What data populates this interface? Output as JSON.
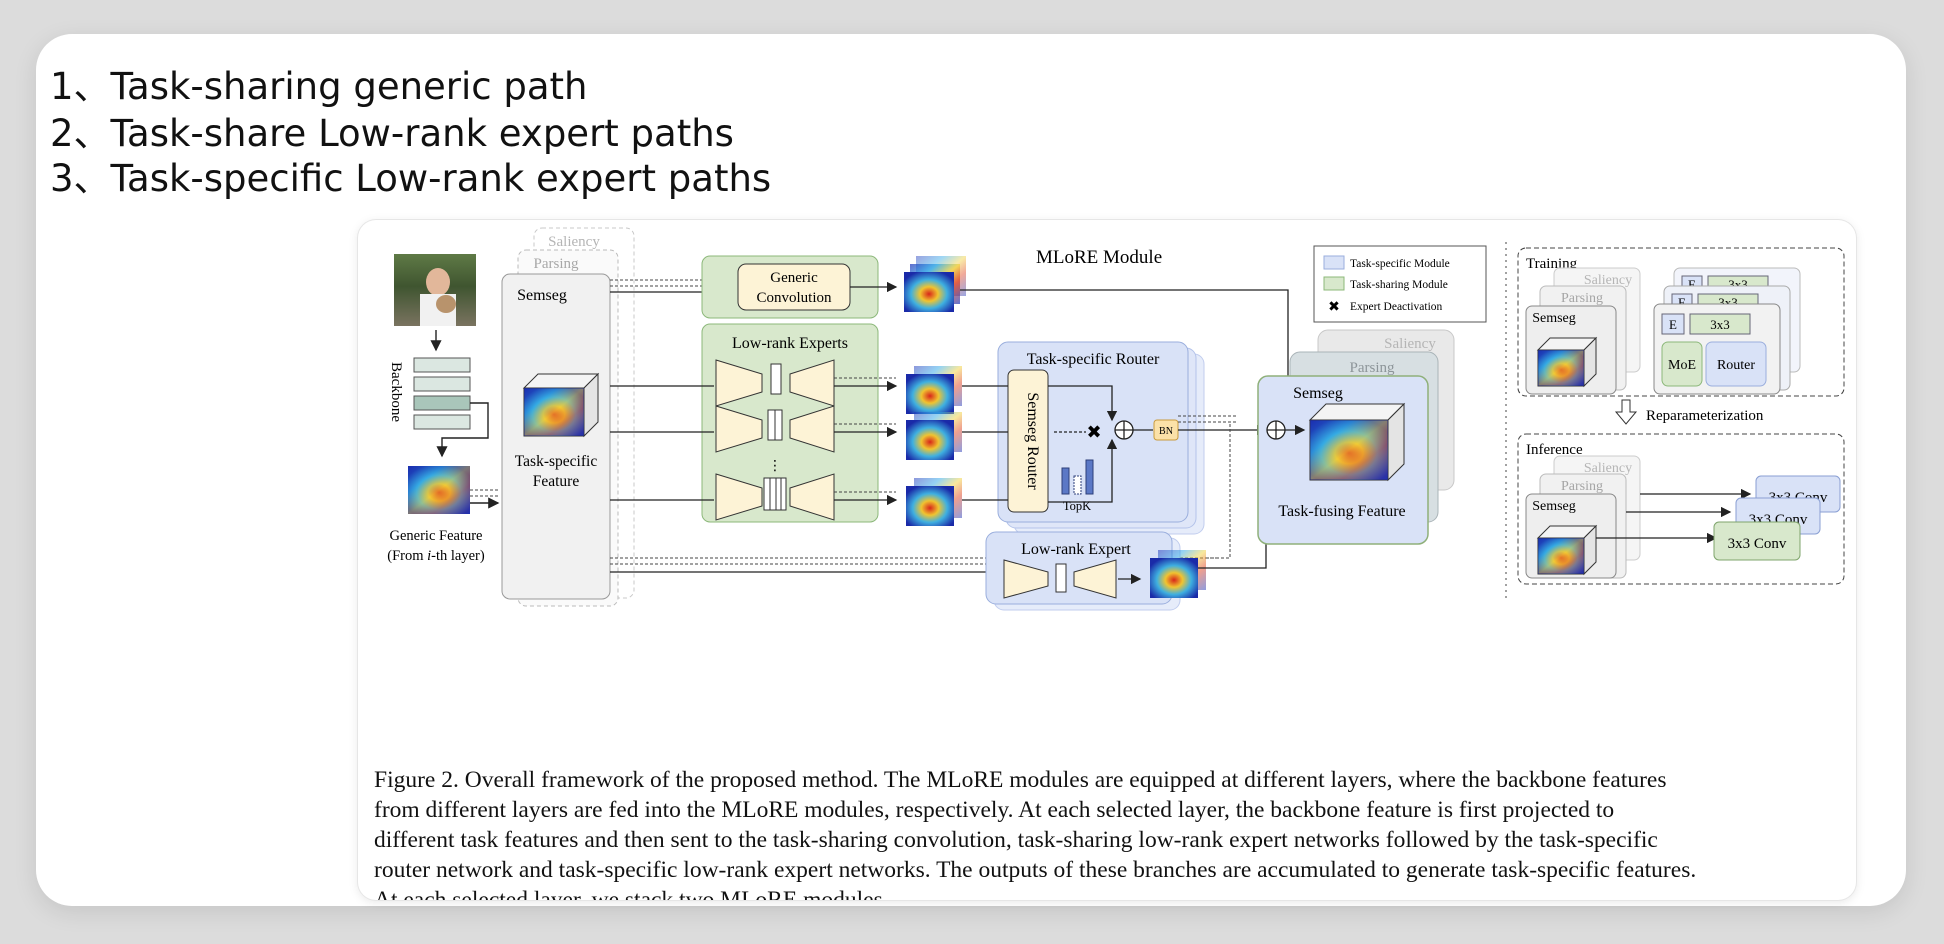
{
  "notes": [
    "1、Task-sharing generic path",
    "2、Task-share Low-rank expert paths",
    "3、Task-specific Low-rank expert paths"
  ],
  "figure": {
    "module_title": "MLoRE Module",
    "backbone": "Backbone",
    "generic_feature": "Generic Feature",
    "generic_from_pre": "(From ",
    "generic_from_i": "i",
    "generic_from_post": "-th layer)",
    "tasks": [
      "Semseg",
      "Parsing",
      "Saliency"
    ],
    "task_specific_feature_1": "Task-specific",
    "task_specific_feature_2": "Feature",
    "generic_conv_1": "Generic",
    "generic_conv_2": "Convolution",
    "low_rank_experts": "Low-rank Experts",
    "low_rank_expert": "Low-rank Expert",
    "task_specific_router": "Task-specific Router",
    "semseg_router": "Semseg Router",
    "topk": "TopK",
    "bn": "BN",
    "task_fusing_feature": "Task-fusing Feature",
    "legend": {
      "specific": "Task-specific Module",
      "sharing": "Task-sharing Module",
      "deactivation": "Expert Deactivation"
    },
    "training": "Training",
    "inference": "Inference",
    "reparameterization": "Reparameterization",
    "e_label": "E",
    "conv3x3": "3x3",
    "moe": "MoE",
    "router": "Router",
    "conv_label": "3x3 Conv",
    "conv_label_partial": "3x3 Conv"
  },
  "caption": [
    "Figure 2. Overall framework of the proposed method. The MLoRE modules are equipped at different layers, where the backbone features",
    "from different layers are fed into the MLoRE modules, respectively.  At each selected layer, the backbone feature is first projected to",
    "different task features and then sent to the task-sharing convolution, task-sharing low-rank expert networks followed by the task-specific",
    "router network and task-specific low-rank expert networks. The outputs of these branches are accumulated to generate task-specific features.",
    "At each selected layer, we stack two MLoRE modules."
  ],
  "colors": {
    "green_fill": "#d8e8cc",
    "green_stroke": "#8cb87a",
    "blue_fill": "#d9e2f7",
    "blue_stroke": "#9aaedd",
    "cream": "#fdf3d6",
    "bn_fill": "#fbe1a8"
  }
}
